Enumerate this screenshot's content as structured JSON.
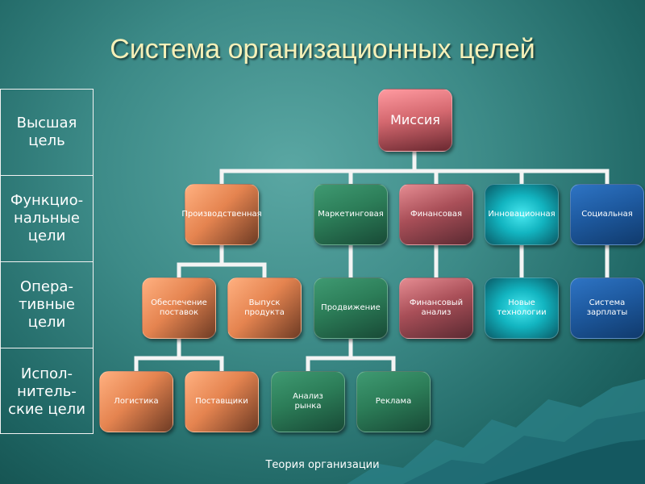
{
  "title": "Система организационных целей",
  "levels": [
    "Высшая\nцель",
    "Функцио-\nнальные\nцели",
    "Опера-\nтивные\nцели",
    "Испол-\nнитель-\nские цели"
  ],
  "nodes": {
    "mission": "Миссия",
    "production": "Производственная",
    "marketing": "Маркетинговая",
    "finance": "Финансовая",
    "innovation": "Инновационная",
    "social": "Социальная",
    "supply": "Обеспечение\nпоставок",
    "output": "Выпуск\nпродукта",
    "promotion": "Продвижение",
    "fin_analysis": "Финансовый\nанализ",
    "new_tech": "Новые\nтехнологии",
    "pay_system": "Система\nзарплаты",
    "logistics": "Логистика",
    "suppliers": "Поставщики",
    "market_analysis": "Анализ\nрынка",
    "advertising": "Реклама"
  },
  "footer": "Теория организации"
}
